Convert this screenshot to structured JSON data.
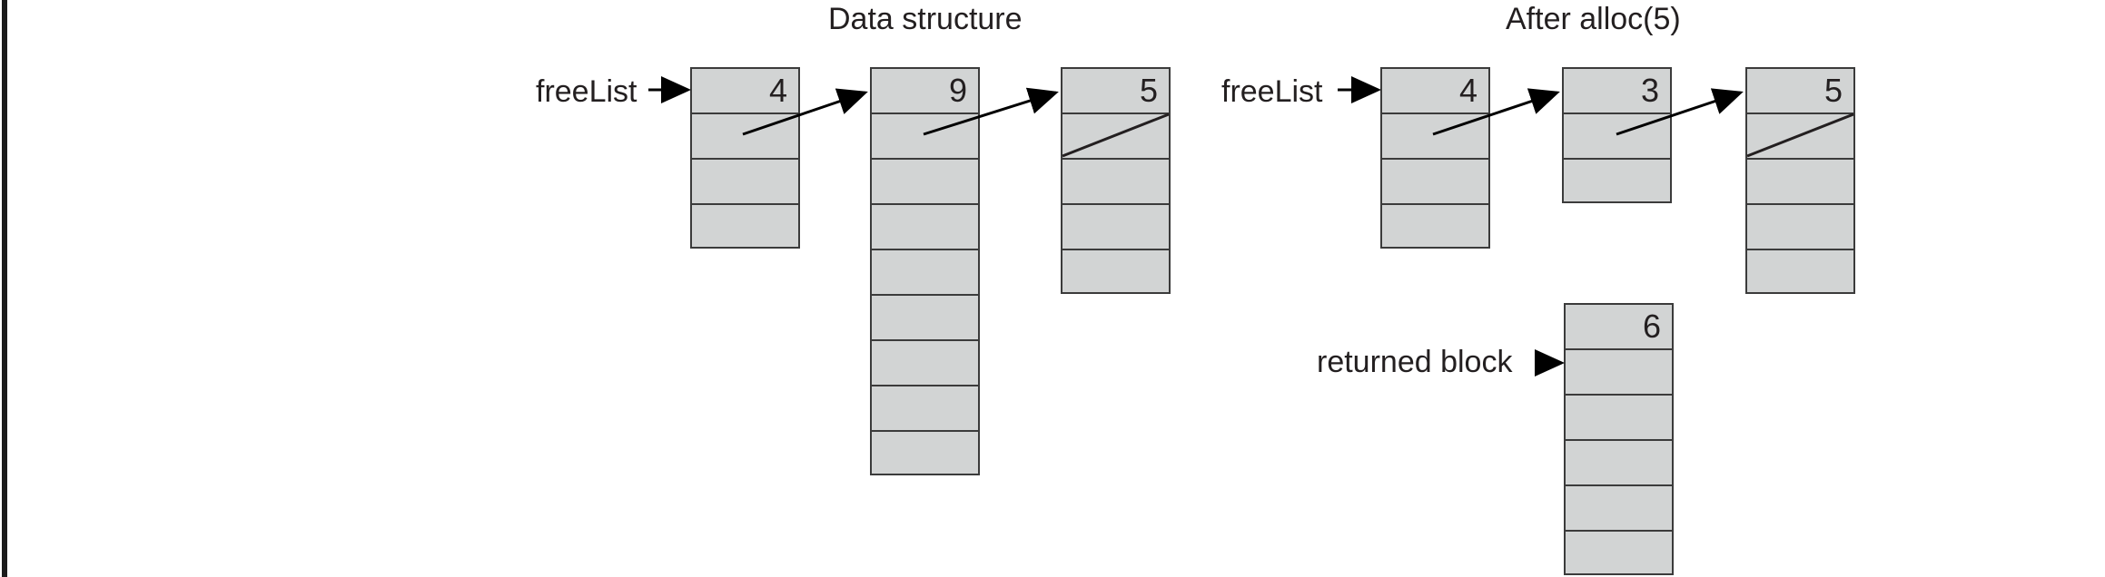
{
  "figure": {
    "left_panel_title": "Data structure",
    "right_panel_title": "After alloc(5)",
    "colors": {
      "cell_fill": "#d2d4d4",
      "cell_border": "#3b3b3b",
      "text": "#231f20",
      "edge_rule": "#1b1b1b",
      "background": "#ffffff"
    }
  },
  "labels": {
    "freelist_left": "freeList",
    "freelist_right": "freeList",
    "returned_block": "returned block"
  },
  "left_panel": {
    "title": "Data structure",
    "blocks": [
      {
        "name": "block-4",
        "size_value": "4",
        "cells": 4,
        "null_pointer": false
      },
      {
        "name": "block-9",
        "size_value": "9",
        "cells": 9,
        "null_pointer": false
      },
      {
        "name": "block-5",
        "size_value": "5",
        "cells": 5,
        "null_pointer": true
      }
    ]
  },
  "right_panel": {
    "title": "After alloc(5)",
    "blocks": [
      {
        "name": "block-4",
        "size_value": "4",
        "cells": 4,
        "null_pointer": false
      },
      {
        "name": "block-3",
        "size_value": "3",
        "cells": 3,
        "null_pointer": false
      },
      {
        "name": "block-5",
        "size_value": "5",
        "cells": 5,
        "null_pointer": true
      }
    ],
    "returned": {
      "name": "returned-block-6",
      "size_value": "6",
      "cells": 6,
      "null_pointer": false
    }
  },
  "cell_values": {
    "l0": "4",
    "l1": "9",
    "l2": "5",
    "r0": "4",
    "r1": "3",
    "r2": "5",
    "returned": "6"
  }
}
